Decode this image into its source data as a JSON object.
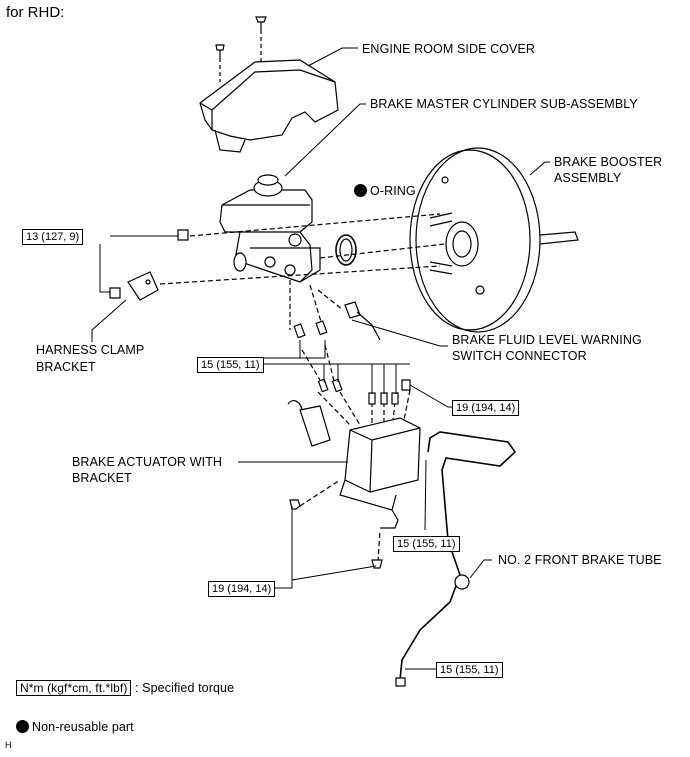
{
  "title": "for RHD:",
  "labels": {
    "engine_room_side_cover": "ENGINE ROOM SIDE COVER",
    "brake_master_cylinder": "BRAKE MASTER CYLINDER SUB-ASSEMBLY",
    "brake_booster_line1": "BRAKE BOOSTER",
    "brake_booster_line2": "ASSEMBLY",
    "o_ring": "O-RING",
    "harness_clamp_line1": "HARNESS CLAMP",
    "harness_clamp_line2": "BRACKET",
    "fluid_warning_line1": "BRAKE FLUID LEVEL WARNING",
    "fluid_warning_line2": "SWITCH CONNECTOR",
    "actuator_line1": "BRAKE ACTUATOR WITH",
    "actuator_line2": "BRACKET",
    "front_brake_tube": "NO. 2 FRONT BRAKE TUBE"
  },
  "torques": {
    "master_cyl_nut": "13 (127, 9)",
    "tube_nuts_upper": "15 (155, 11)",
    "actuator_bolt_right": "19 (194, 14)",
    "tube_nut_mid": "15 (155, 11)",
    "actuator_bracket_bolts": "19 (194, 14)",
    "tube_nut_lower": "15 (155, 11)"
  },
  "legend": {
    "torque_box": "N*m (kgf*cm, ft.*lbf)",
    "torque_text": ": Specified torque",
    "nonreusable_text": "Non-reusable part"
  },
  "corner_mark": "H"
}
